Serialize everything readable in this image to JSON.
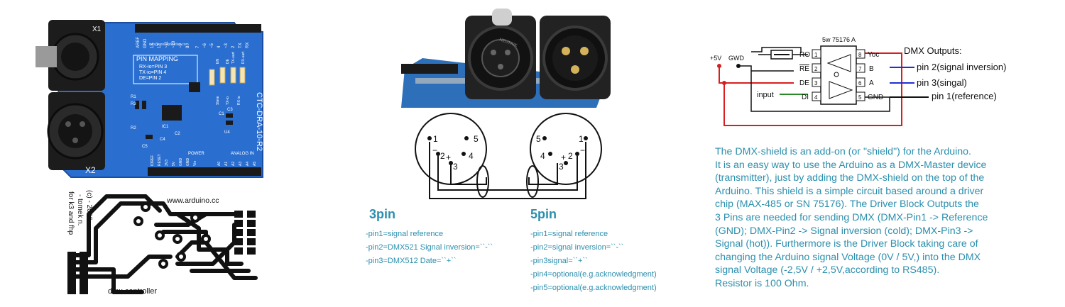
{
  "shield": {
    "board_label": "CTC-DRA-10-R2",
    "pin_mapping_title": "PIN MAPPING",
    "pin_mapping_lines": [
      "RX-io=PIN 3",
      "TX-io=PIN 4",
      "DE=PIN 2"
    ],
    "header_top": [
      "AREF",
      "GND",
      "13",
      "12",
      "~11",
      "~10",
      "~9",
      "8",
      "7",
      "~6",
      "~5",
      "4",
      "~3",
      "2",
      "TX",
      "RX"
    ],
    "header_bottom_left": [
      "IOREF",
      "RESET",
      "3V3",
      "5V",
      "GND",
      "GND",
      "Vin"
    ],
    "header_bottom_right": [
      "A0",
      "A1",
      "A2",
      "A3",
      "A4",
      "A5"
    ],
    "power_label": "POWER",
    "analog_label": "ANALOG IN",
    "connector_label_x1": "X1",
    "connector_label_x2": "X2",
    "jumper_labels": [
      "EN",
      "DE",
      "Slave",
      "TX-uart",
      "TX-io",
      "RX-uart",
      "RX-io"
    ],
    "component_labels": [
      "R1",
      "R2",
      "R3",
      "IC1",
      "C1",
      "C2",
      "C3",
      "C4",
      "C5",
      "U4"
    ],
    "url_text": "info@conceptinetics.com"
  },
  "pcb": {
    "website": "www.arduino.cc",
    "label": "dmx  controller",
    "credit_lines": [
      "(c)  -  2006",
      "-  tomek  n.",
      "for  k3  and  fhp"
    ]
  },
  "xlr_photo": {
    "brand": "NEUTRIK"
  },
  "xlr_diagram": {
    "left_pins": [
      "1",
      "2",
      "3",
      "4",
      "5"
    ],
    "right_pins": [
      "1",
      "2",
      "3",
      "4",
      "5"
    ],
    "minus": "−",
    "plus": "+"
  },
  "pin3": {
    "heading": "3pin",
    "lines": [
      "-pin1=signal reference",
      "-pin2=DMX521 Signal inversion=``-``",
      "-pin3=DMX512 Date=``+``"
    ]
  },
  "pin5": {
    "heading": "5pin",
    "lines": [
      "-pin1=signal reference",
      "-pin2=signal inversion=``-``",
      "-pin3signal=``+``",
      "-pin4=optional(e.g.acknowledgment)",
      "-pin5=optional(e.g.acknowledgment)"
    ]
  },
  "circuit": {
    "supply_plus": "+5V",
    "supply_gnd": "GWD",
    "chip_top": "5w  75176  A",
    "left_pins": [
      {
        "num": "1",
        "name": "RO"
      },
      {
        "num": "2",
        "name": "RE"
      },
      {
        "num": "3",
        "name": "DE"
      },
      {
        "num": "4",
        "name": "DI"
      }
    ],
    "right_pins": [
      {
        "num": "8",
        "name": "Yoc"
      },
      {
        "num": "7",
        "name": "B"
      },
      {
        "num": "6",
        "name": "A"
      },
      {
        "num": "5",
        "name": "GND"
      }
    ],
    "input_label": "input",
    "outputs_title": "DMX  Outputs:",
    "outputs": [
      "pin  2(signal  inversion)",
      "pin  3(singal)",
      "pin  1(reference)"
    ],
    "colors": {
      "red": "#d81e1e",
      "blue": "#1f2fd0",
      "green": "#2a8a2a",
      "black": "#111111"
    }
  },
  "description": {
    "lines": [
      "The DMX-shield is an add-on (or \"shield\") for the Arduino.",
      "It is an easy way to use the Arduino as a DMX-Master device",
      "(transmitter), just by adding the DMX-shield on the top of the",
      "Arduino. This shield is a simple circuit based around a driver",
      "chip (MAX-485 or SN 75176). The Driver Block Outputs the",
      "3 Pins are needed for sending DMX (DMX-Pin1 -> Reference",
      "(GND); DMX-Pin2 -> Signal inversion (cold); DMX-Pin3 ->",
      "Signal (hot)). Furthermore is the Driver Block taking care of",
      "changing the Arduino signal Voltage (0V / 5V,) into the DMX",
      "signal Voltage (-2,5V / +2,5V,according to RS485).",
      "Resistor is 100 Ohm."
    ],
    "color": "#2b8fae"
  }
}
